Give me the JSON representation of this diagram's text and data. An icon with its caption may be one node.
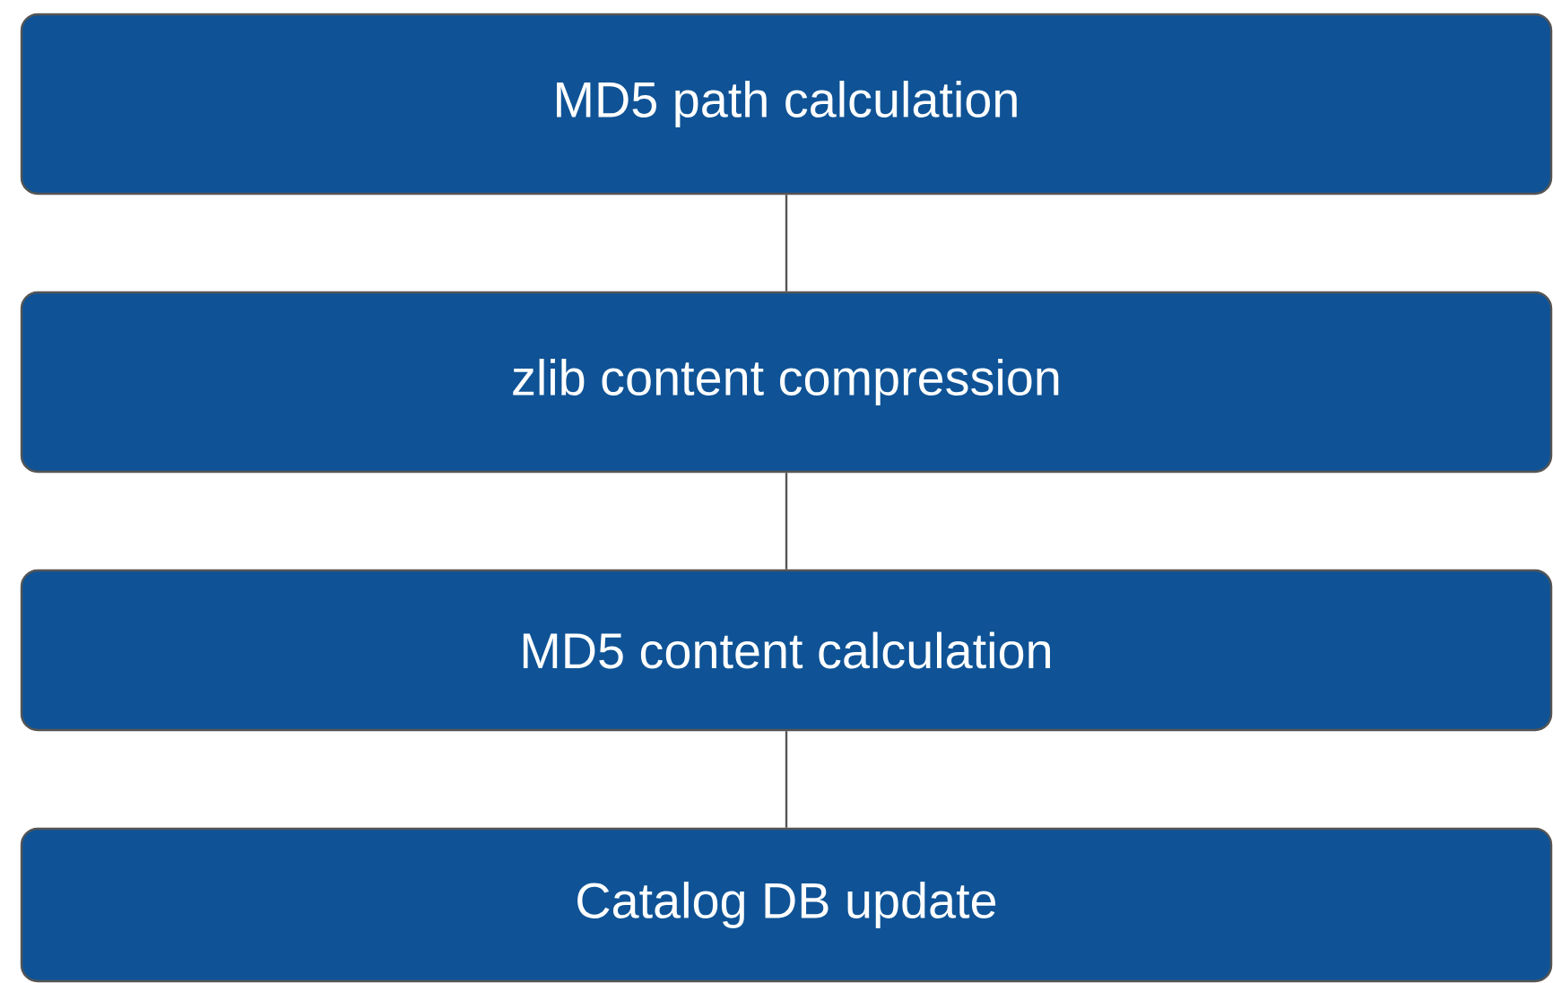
{
  "diagram": {
    "nodes": [
      {
        "text": [
          "MD5 path calculation"
        ]
      },
      {
        "text": [
          "zlib content compression"
        ]
      },
      {
        "text": [
          "MD5 content calculation"
        ]
      },
      {
        "text": [
          "Catalog DB update"
        ]
      }
    ],
    "edges": [
      {
        "from": 0,
        "to": 1,
        "arrow": "none"
      },
      {
        "from": 1,
        "to": 2,
        "arrow": "none"
      },
      {
        "from": 2,
        "to": 3,
        "arrow": "none"
      }
    ]
  }
}
